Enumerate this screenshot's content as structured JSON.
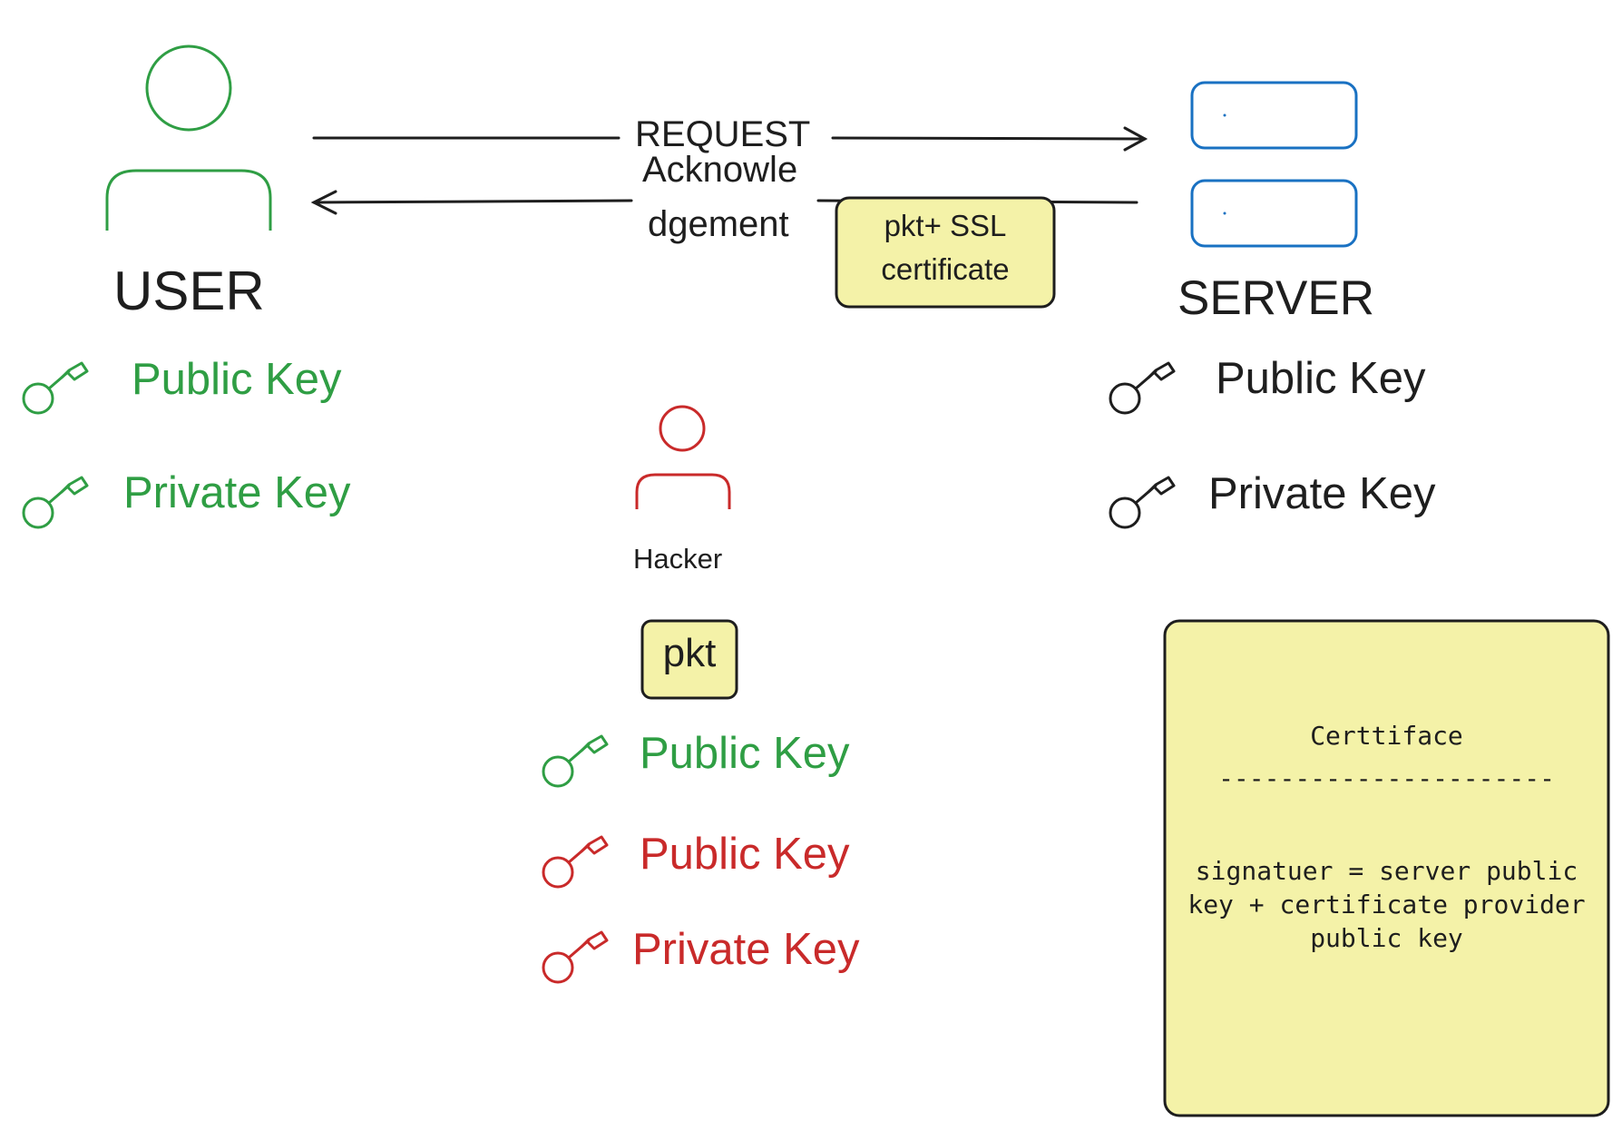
{
  "user": {
    "label": "USER",
    "keys": [
      "Public Key",
      "Private Key"
    ]
  },
  "server": {
    "label": "SERVER",
    "keys": [
      "Public Key",
      "Private Key"
    ]
  },
  "hacker": {
    "label": "Hacker",
    "packet_label": "pkt",
    "keys": [
      "Public Key",
      "Public Key",
      "Private Key"
    ]
  },
  "arrows": {
    "request_label": "REQUEST",
    "ack_label_line1": "Acknowle",
    "ack_label_line2": "dgement"
  },
  "packet_note": {
    "line1": "pkt+ SSL",
    "line2": "certificate"
  },
  "certificate_note": {
    "title": "Certtiface",
    "divider": "----------------------",
    "body_line1": "signatuer = server public",
    "body_line2": "key + certificate provider",
    "body_line3": "public key"
  },
  "colors": {
    "user": "#2f9e44",
    "hacker": "#c92a2a",
    "server_box": "#1971c2",
    "note_fill": "#f4f2a8",
    "ink": "#1e1e1e"
  }
}
